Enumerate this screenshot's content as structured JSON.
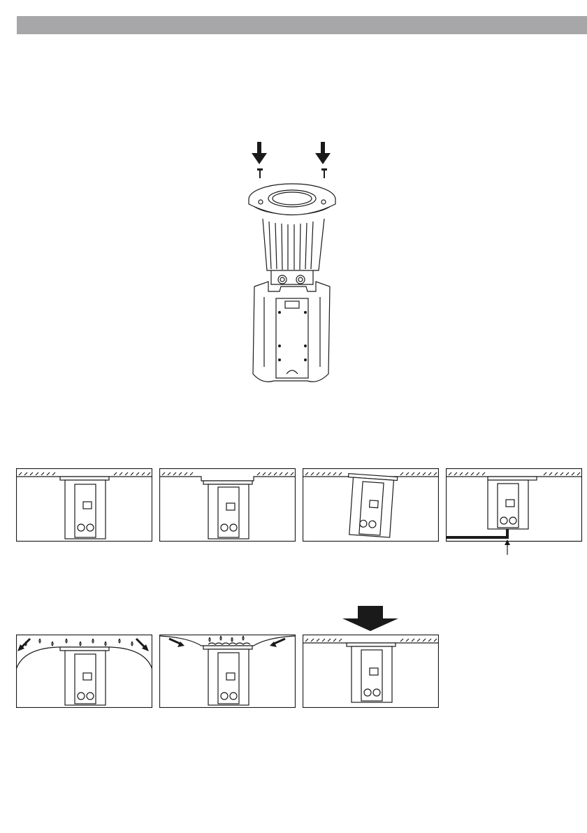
{
  "page": {
    "header_bar_color": "#a7a7a9",
    "line_color": "#1a1a1a"
  },
  "main_figure": {
    "icon": "fixture-exploded-icon",
    "arrow_icon": "arrow-down-icon"
  },
  "install_row": {
    "panels": [
      {
        "name": "install-panel-correct",
        "icon": "fixture-flush-icon"
      },
      {
        "name": "install-panel-recessed",
        "icon": "fixture-recessed-icon"
      },
      {
        "name": "install-panel-tilted",
        "icon": "fixture-tilted-icon"
      },
      {
        "name": "install-panel-drain",
        "icon": "fixture-drain-icon"
      }
    ]
  },
  "water_row": {
    "panels": [
      {
        "name": "water-panel-convex",
        "icon": "water-runoff-icon"
      },
      {
        "name": "water-panel-concave",
        "icon": "water-pooling-icon"
      },
      {
        "name": "water-panel-correct",
        "icon": "fixture-flush-icon"
      }
    ],
    "big_arrow_icon": "big-arrow-down-icon"
  }
}
